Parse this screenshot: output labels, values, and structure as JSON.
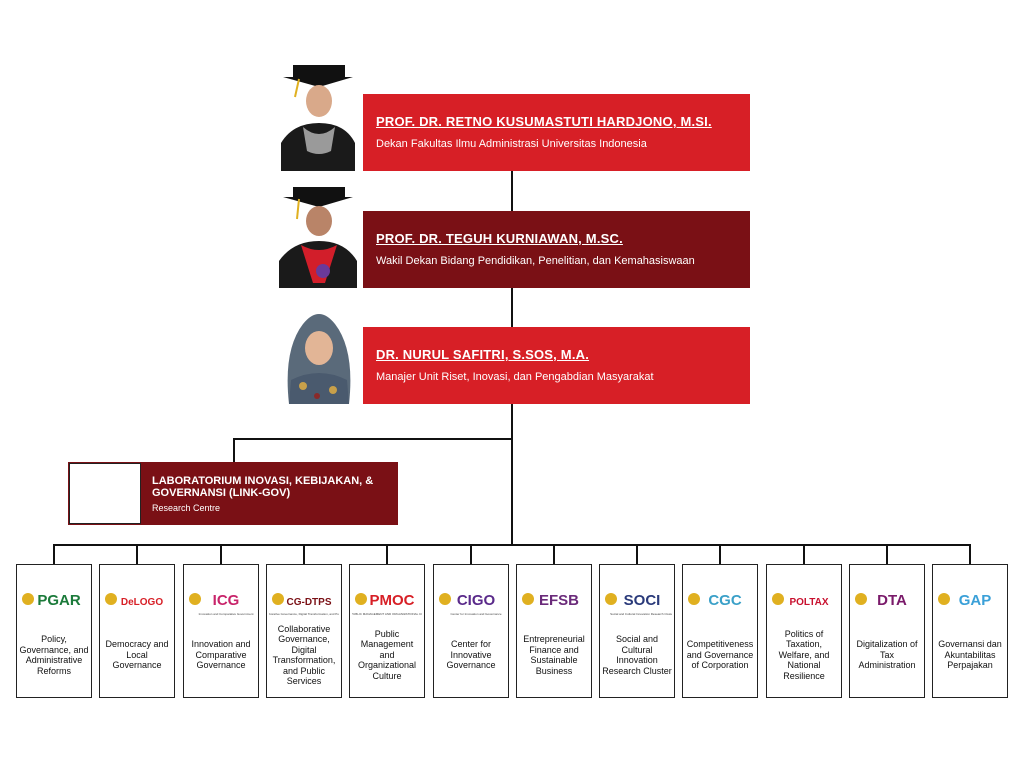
{
  "people": [
    {
      "name": "PROF. DR. RETNO KUSUMASTUTI HARDJONO, M.SI.",
      "role": "Dekan Fakultas Ilmu Administrasi Universitas Indonesia",
      "color": "#d71f26"
    },
    {
      "name": "PROF. DR. TEGUH KURNIAWAN, M.SC.",
      "role": "Wakil Dekan Bidang Pendidikan, Penelitian, dan Kemahasiswaan",
      "color": "#7a1015"
    },
    {
      "name": "DR. NURUL SAFITRI, S.SOS, M.A.",
      "role": "Manajer Unit Riset, Inovasi, dan Pengabdian Masyarakat",
      "color": "#d71f26"
    }
  ],
  "lab": {
    "title": "LABORATORIUM INOVASI, KEBIJAKAN, & GOVERNANSI (LINK-GOV)",
    "subtitle": "Research Centre",
    "color": "#7a1015"
  },
  "units": [
    {
      "logo": "PGAR",
      "logo_sub": "",
      "logo_color": "#1b7a3a",
      "label": "Policy, Governance, and Administrative Reforms"
    },
    {
      "logo": "DeLOGO",
      "logo_sub": "",
      "logo_color": "#d71f26",
      "label": "Democracy and Local Governance"
    },
    {
      "logo": "ICG",
      "logo_sub": "Innovation and Comparative Government",
      "logo_color": "#c8246a",
      "label": "Innovation and Comparative Governance"
    },
    {
      "logo": "CG-DTPS",
      "logo_sub": "Collaborative Governance, Digital Transformation, and Public Services",
      "logo_color": "#7a1015",
      "label": "Collaborative Governance, Digital Transformation, and Public Services"
    },
    {
      "logo": "PMOC",
      "logo_sub": "PUBLIC MANAGEMENT AND ORGANIZATIONAL CULTURE",
      "logo_color": "#d71f26",
      "label": "Public Management and Organizational Culture"
    },
    {
      "logo": "CIGO",
      "logo_sub": "Center for Innovation and Governance",
      "logo_color": "#5a2a8a",
      "label": "Center for Innovative Governance"
    },
    {
      "logo": "EFSB",
      "logo_sub": "",
      "logo_color": "#6a2a7a",
      "label": "Entrepreneurial Finance and Sustainable Business"
    },
    {
      "logo": "SOCI",
      "logo_sub": "Social and Cultural Innovation Research Cluster",
      "logo_color": "#2a3a7a",
      "label": "Social and Cultural Innovation Research Cluster"
    },
    {
      "logo": "CGC",
      "logo_sub": "",
      "logo_color": "#3aa0c8",
      "label": "Competitiveness and Governance of Corporation"
    },
    {
      "logo": "POLTAX",
      "logo_sub": "",
      "logo_color": "#c8102e",
      "label": "Politics of Taxation, Welfare, and National Resilience"
    },
    {
      "logo": "DTA",
      "logo_sub": "",
      "logo_color": "#7a1a6a",
      "label": "Digitalization of Tax Administration"
    },
    {
      "logo": "GAP",
      "logo_sub": "",
      "logo_color": "#3aa0d8",
      "label": "Governansi dan Akuntabilitas Perpajakan"
    }
  ]
}
